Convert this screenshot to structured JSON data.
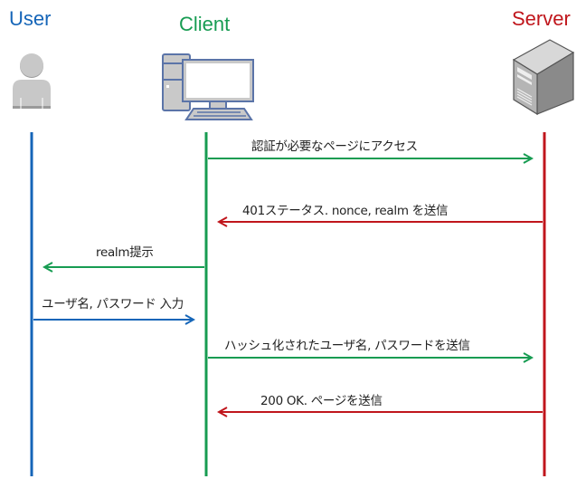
{
  "colors": {
    "user": "#1565b8",
    "client": "#179c52",
    "server": "#c0161c"
  },
  "actors": [
    {
      "id": "user",
      "label": "User",
      "icon": "person-icon"
    },
    {
      "id": "client",
      "label": "Client",
      "icon": "desktop-computer-icon"
    },
    {
      "id": "server",
      "label": "Server",
      "icon": "server-tower-icon"
    }
  ],
  "messages": [
    {
      "from": "client",
      "to": "server",
      "label": "認証が必要なページにアクセス"
    },
    {
      "from": "server",
      "to": "client",
      "label": "401ステータス. nonce, realm を送信"
    },
    {
      "from": "client",
      "to": "user",
      "label": "realm提示"
    },
    {
      "from": "user",
      "to": "client",
      "label": "ユーザ名, パスワード 入力"
    },
    {
      "from": "client",
      "to": "server",
      "label": "ハッシュ化されたユーザ名, パスワードを送信"
    },
    {
      "from": "server",
      "to": "client",
      "label": "200 OK. ページを送信"
    }
  ]
}
